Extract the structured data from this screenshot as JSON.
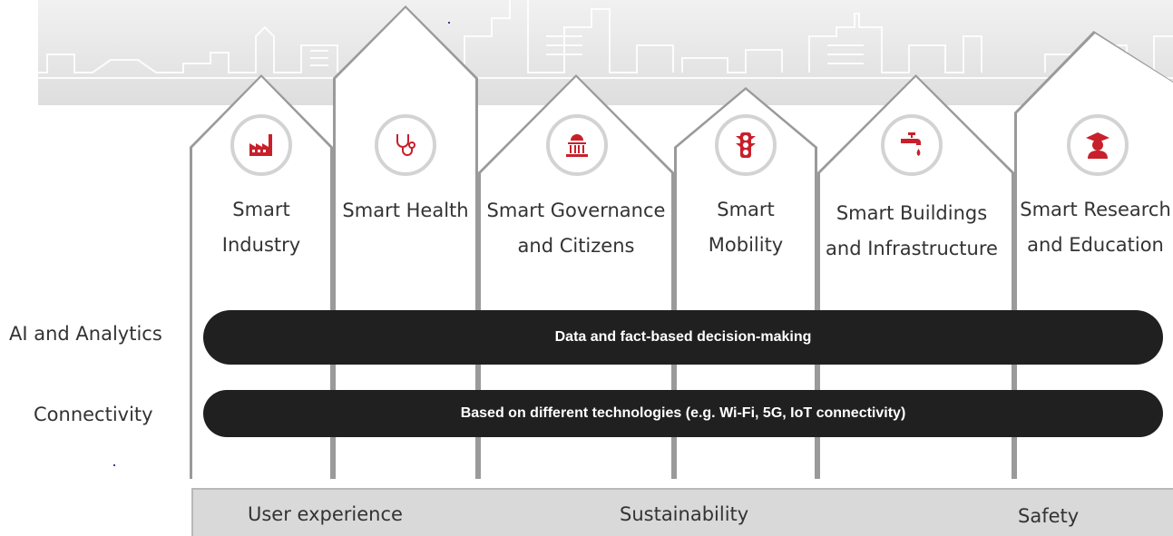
{
  "houses": [
    {
      "label_line1": "Smart",
      "label_line2": "Industry",
      "icon": "factory-icon"
    },
    {
      "label_line1": "Smart Health",
      "label_line2": "",
      "icon": "stethoscope-icon"
    },
    {
      "label_line1": "Smart Governance",
      "label_line2": "and Citizens",
      "icon": "government-building-icon"
    },
    {
      "label_line1": "Smart",
      "label_line2": "Mobility",
      "icon": "traffic-light-icon"
    },
    {
      "label_line1": "Smart Buildings",
      "label_line2": "and Infrastructure",
      "icon": "water-tap-icon"
    },
    {
      "label_line1": "Smart Research",
      "label_line2": "and Education",
      "icon": "graduate-icon"
    }
  ],
  "layers": [
    {
      "label": "AI and Analytics",
      "bar_text": "Data and fact-based decision-making"
    },
    {
      "label": "Connectivity",
      "bar_text": "Based on different technologies (e.g. Wi-Fi, 5G, IoT connectivity)"
    }
  ],
  "pillars": [
    "User experience",
    "Sustainability",
    "Safety"
  ],
  "colors": {
    "accent": "#c8202a",
    "bar": "#202020",
    "circle_border": "#d3d3d3",
    "foundation": "#d9d9d9"
  }
}
